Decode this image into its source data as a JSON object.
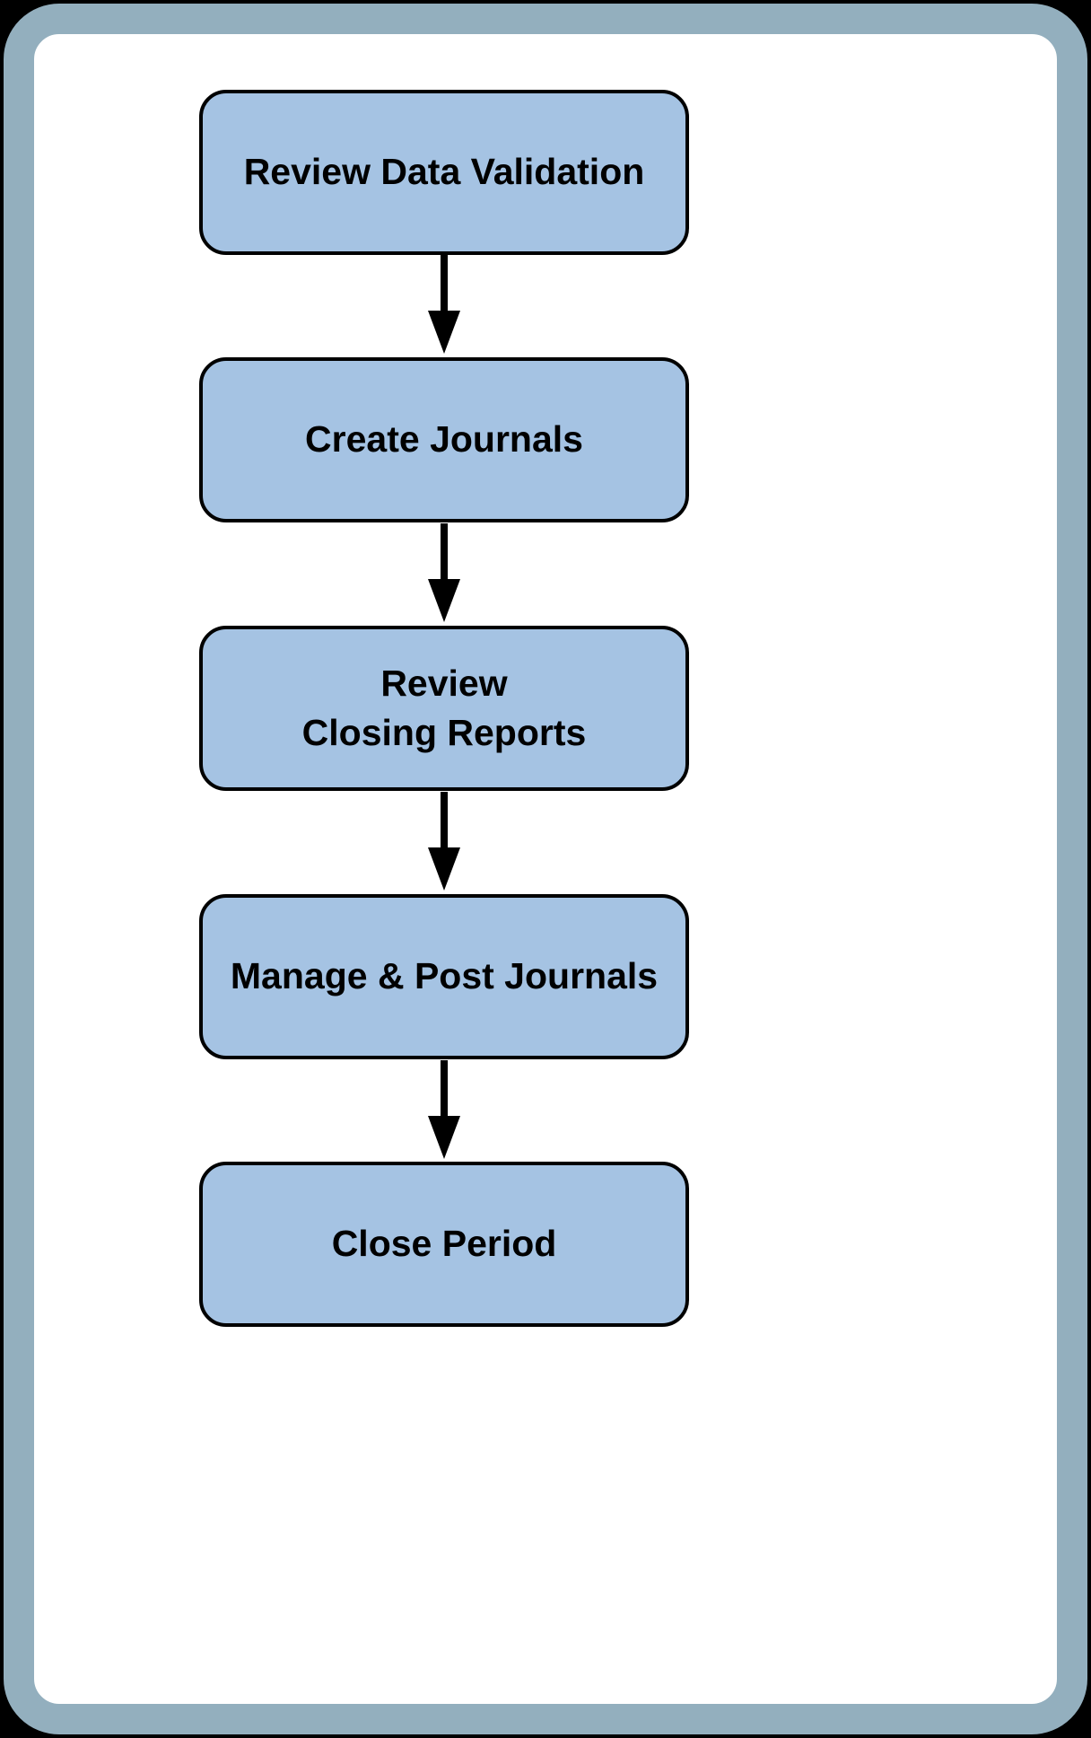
{
  "frame": {
    "border_color": "#93AFBE",
    "background_color": "#FFFFFF",
    "outside_color": "#000000"
  },
  "diagram": {
    "type": "flowchart",
    "orientation": "vertical-top-to-bottom",
    "node_fill_color": "#A5C3E3",
    "node_border_color": "#000000",
    "text_color": "#000000",
    "nodes": [
      {
        "id": "review-data-validation",
        "label": "Review Data Validation",
        "order": 1
      },
      {
        "id": "create-journals",
        "label": "Create Journals",
        "order": 2
      },
      {
        "id": "review-closing-reports",
        "label": "Review\nClosing Reports",
        "order": 3
      },
      {
        "id": "manage-post-journals",
        "label": "Manage & Post Journals",
        "order": 4
      },
      {
        "id": "close-period",
        "label": "Close Period",
        "order": 5
      }
    ],
    "connectors": [
      {
        "from": "review-data-validation",
        "to": "create-journals",
        "icon": "down-arrow-icon"
      },
      {
        "from": "create-journals",
        "to": "review-closing-reports",
        "icon": "down-arrow-icon"
      },
      {
        "from": "review-closing-reports",
        "to": "manage-post-journals",
        "icon": "down-arrow-icon"
      },
      {
        "from": "manage-post-journals",
        "to": "close-period",
        "icon": "down-arrow-icon"
      }
    ]
  }
}
